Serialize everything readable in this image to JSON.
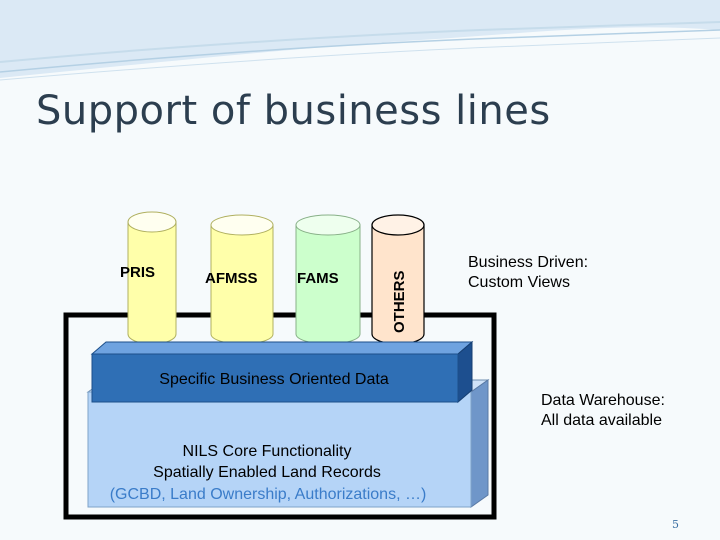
{
  "title": "Support of business lines",
  "cylinders": [
    {
      "label": "PRIS",
      "color": "#ffffaa"
    },
    {
      "label": "AFMSS",
      "color": "#ffffaa"
    },
    {
      "label": "FAMS",
      "color": "#ccffcc"
    },
    {
      "label": "OTHERS",
      "color": "#ffe4cc"
    }
  ],
  "specific_layer": "Specific Business Oriented Data",
  "core": {
    "line1": "NILS Core Functionality",
    "line2": "Spatially Enabled Land Records",
    "line3": "(GCBD, Land Ownership, Authorizations, …)"
  },
  "notes": {
    "business_driven": [
      "Business Driven:",
      "Custom Views"
    ],
    "warehouse": [
      "Data Warehouse:",
      "All data available"
    ]
  },
  "page_number": "5",
  "colors": {
    "accent": "#2f6fb5",
    "specific_front": "#2f6fb5",
    "core_front": "#b5d4f7",
    "core_text_paren": "#3a7cc9"
  }
}
